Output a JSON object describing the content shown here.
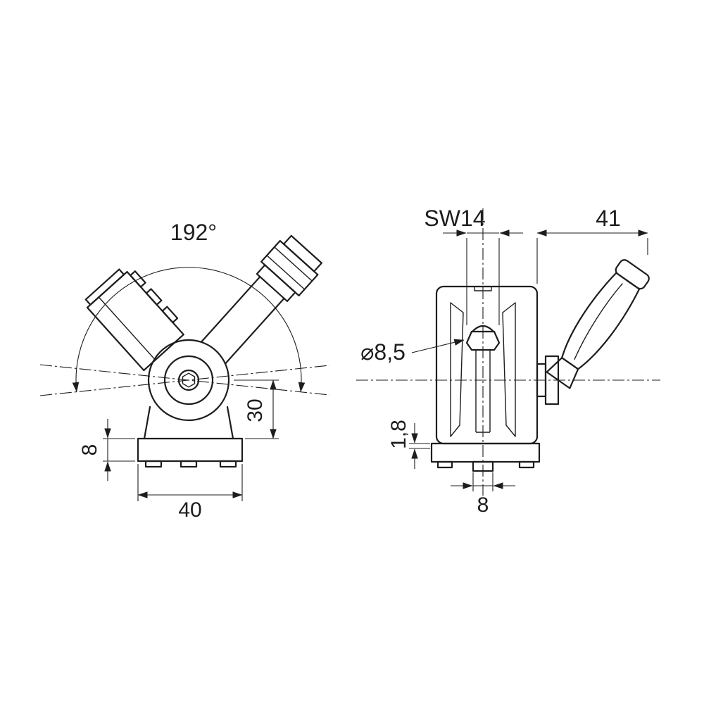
{
  "page": {
    "background": "#ffffff",
    "line_color": "#1d1d1d"
  },
  "drawing": {
    "front_view": {
      "swing_angle": "192°",
      "base_height": "8",
      "center_height": "30",
      "base_width": "40"
    },
    "side_view": {
      "wrench_size": "SW14",
      "lever_length": "41",
      "hole_diameter": "⌀8,5",
      "flange_thickness": "1,8",
      "stud_width": "8"
    }
  }
}
